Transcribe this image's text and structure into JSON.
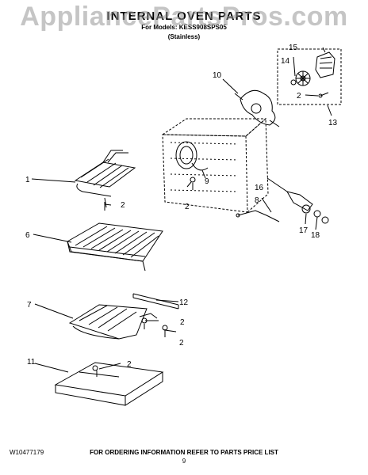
{
  "header": {
    "title": "INTERNAL OVEN PARTS",
    "model_line": "For Models: KESS908SPS05",
    "finish": "(Stainless)"
  },
  "watermark": "AppliancePartsPros.com",
  "callouts": [
    "1",
    "2",
    "2",
    "2",
    "2",
    "2",
    "2",
    "6",
    "7",
    "8",
    "9",
    "10",
    "11",
    "12",
    "13",
    "14",
    "15",
    "16",
    "17",
    "18"
  ],
  "footer": {
    "doc_number": "W10477179",
    "ordering_note": "FOR ORDERING INFORMATION REFER TO PARTS PRICE LIST",
    "page_number": "9"
  }
}
